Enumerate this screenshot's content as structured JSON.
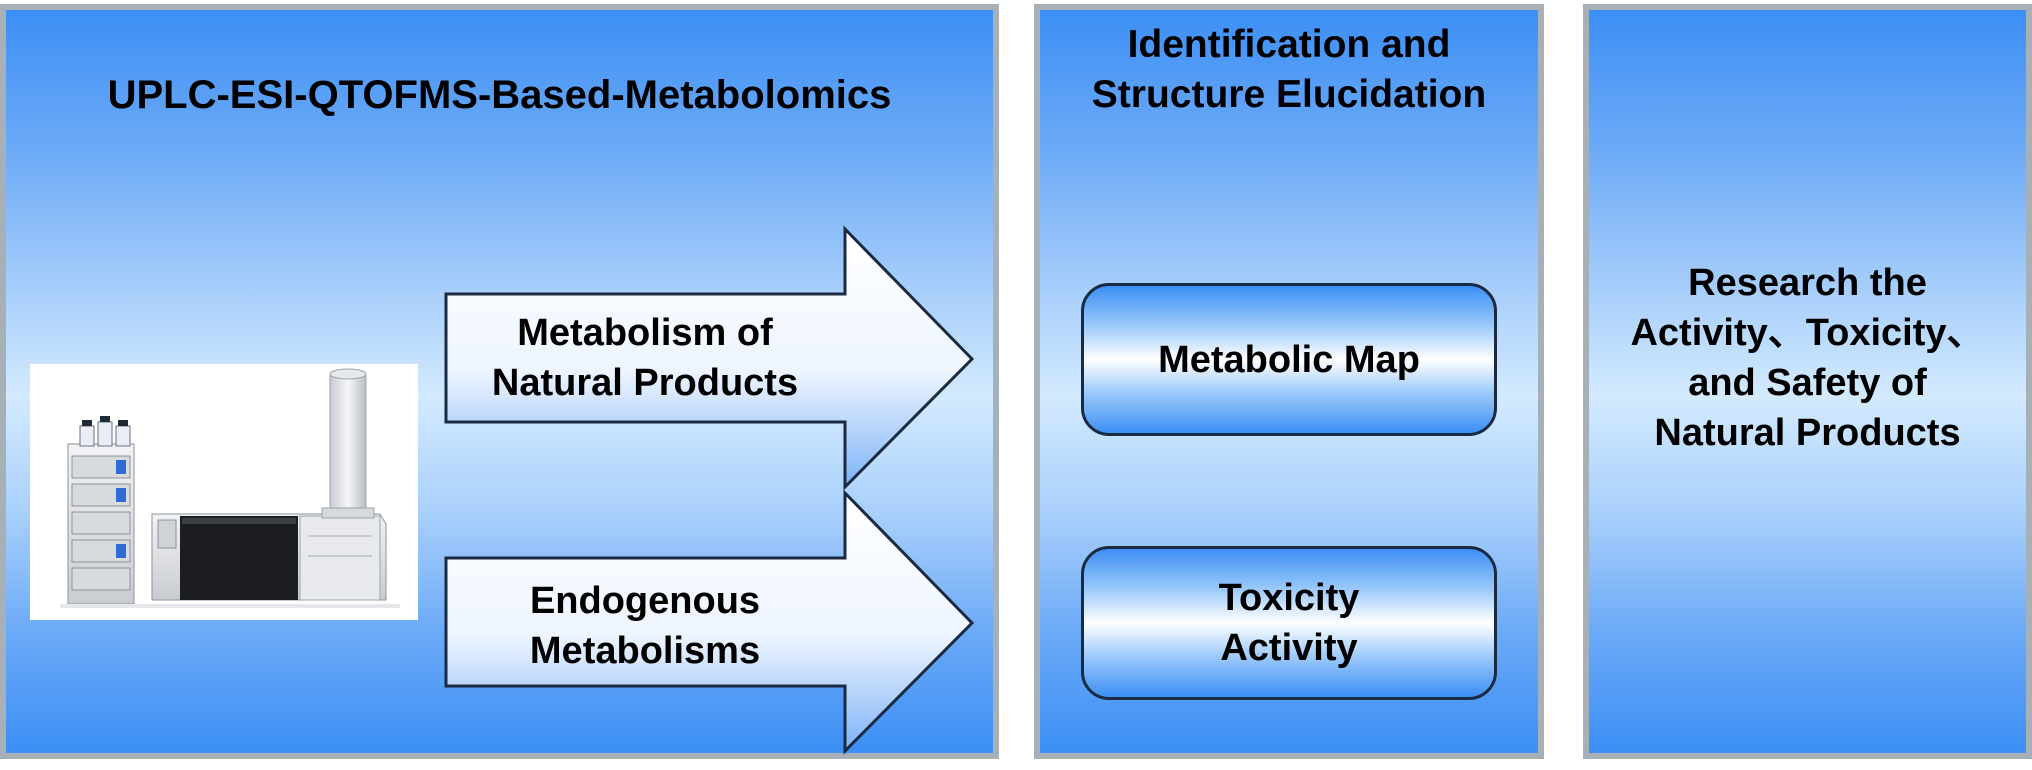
{
  "panels": {
    "metabolomics": {
      "title": "UPLC-ESI-QTOFMS-Based-Metabolomics"
    },
    "identification": {
      "title_lines": [
        "Identification and",
        "Structure Elucidation"
      ]
    },
    "research": {
      "title_lines": [
        "Research the",
        "Activity、Toxicity、",
        "and Safety of",
        "Natural Products"
      ]
    }
  },
  "arrows": {
    "top": {
      "lines": [
        "Metabolism of",
        "Natural Products"
      ]
    },
    "bottom": {
      "lines": [
        "Endogenous",
        "Metabolisms"
      ]
    }
  },
  "boxes": {
    "metabolic_map": {
      "lines": [
        "Metabolic Map"
      ]
    },
    "toxicity_activity": {
      "lines": [
        "Toxicity",
        "Activity"
      ]
    }
  },
  "colors": {
    "panel_blue": "#3c8ff5",
    "panel_light": "#d3eafe",
    "border_gray": "#a7b0b6",
    "arrow_outline": "#1a2a40"
  },
  "icons": {
    "instrument": "uplc-ms-instrument-icon"
  }
}
